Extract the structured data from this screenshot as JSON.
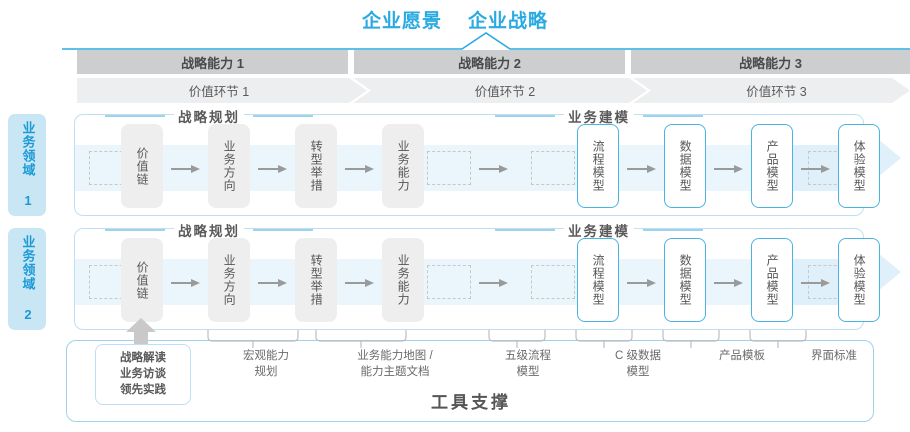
{
  "title": {
    "vision": "企业愿景",
    "strategy": "企业战略"
  },
  "capabilities": [
    {
      "label": "战略能力 1"
    },
    {
      "label": "战略能力 2"
    },
    {
      "label": "战略能力 3"
    }
  ],
  "value_chain": [
    {
      "label": "价值环节 1"
    },
    {
      "label": "价值环节 2"
    },
    {
      "label": "价值环节 3"
    }
  ],
  "domains": [
    {
      "label": "业务领域 1"
    },
    {
      "label": "业务领域 2"
    }
  ],
  "sections": {
    "planning": "战略规划",
    "modeling": "业务建模"
  },
  "nodes": {
    "planning": [
      {
        "label": "价值链"
      },
      {
        "label": "业务方向"
      },
      {
        "label": "转型举措"
      },
      {
        "label": "业务能力"
      }
    ],
    "modeling": [
      {
        "label": "流程模型"
      },
      {
        "label": "数据模型"
      },
      {
        "label": "产品模型"
      },
      {
        "label": "体验模型"
      }
    ]
  },
  "tools": {
    "title": "工具支撑",
    "first": "战略解读\n业务访谈\n领先实践",
    "labels": [
      {
        "label": "宏观能力\n规划"
      },
      {
        "label": "业务能力地图 /\n能力主题文档"
      },
      {
        "label": "五级流程\n模型"
      },
      {
        "label": "C 级数据\n模型"
      },
      {
        "label": "产品模板"
      },
      {
        "label": "界面标准"
      }
    ]
  },
  "colors": {
    "accent": "#29abe2",
    "accent_light": "#9fd3ec",
    "band": "#eaf6fc",
    "band_strong": "#dff0fa",
    "header_gray": "#ccced0",
    "subheader_gray": "#eceef0",
    "node_gray": "#eeeeee",
    "tab_blue": "#c9e6f5"
  }
}
